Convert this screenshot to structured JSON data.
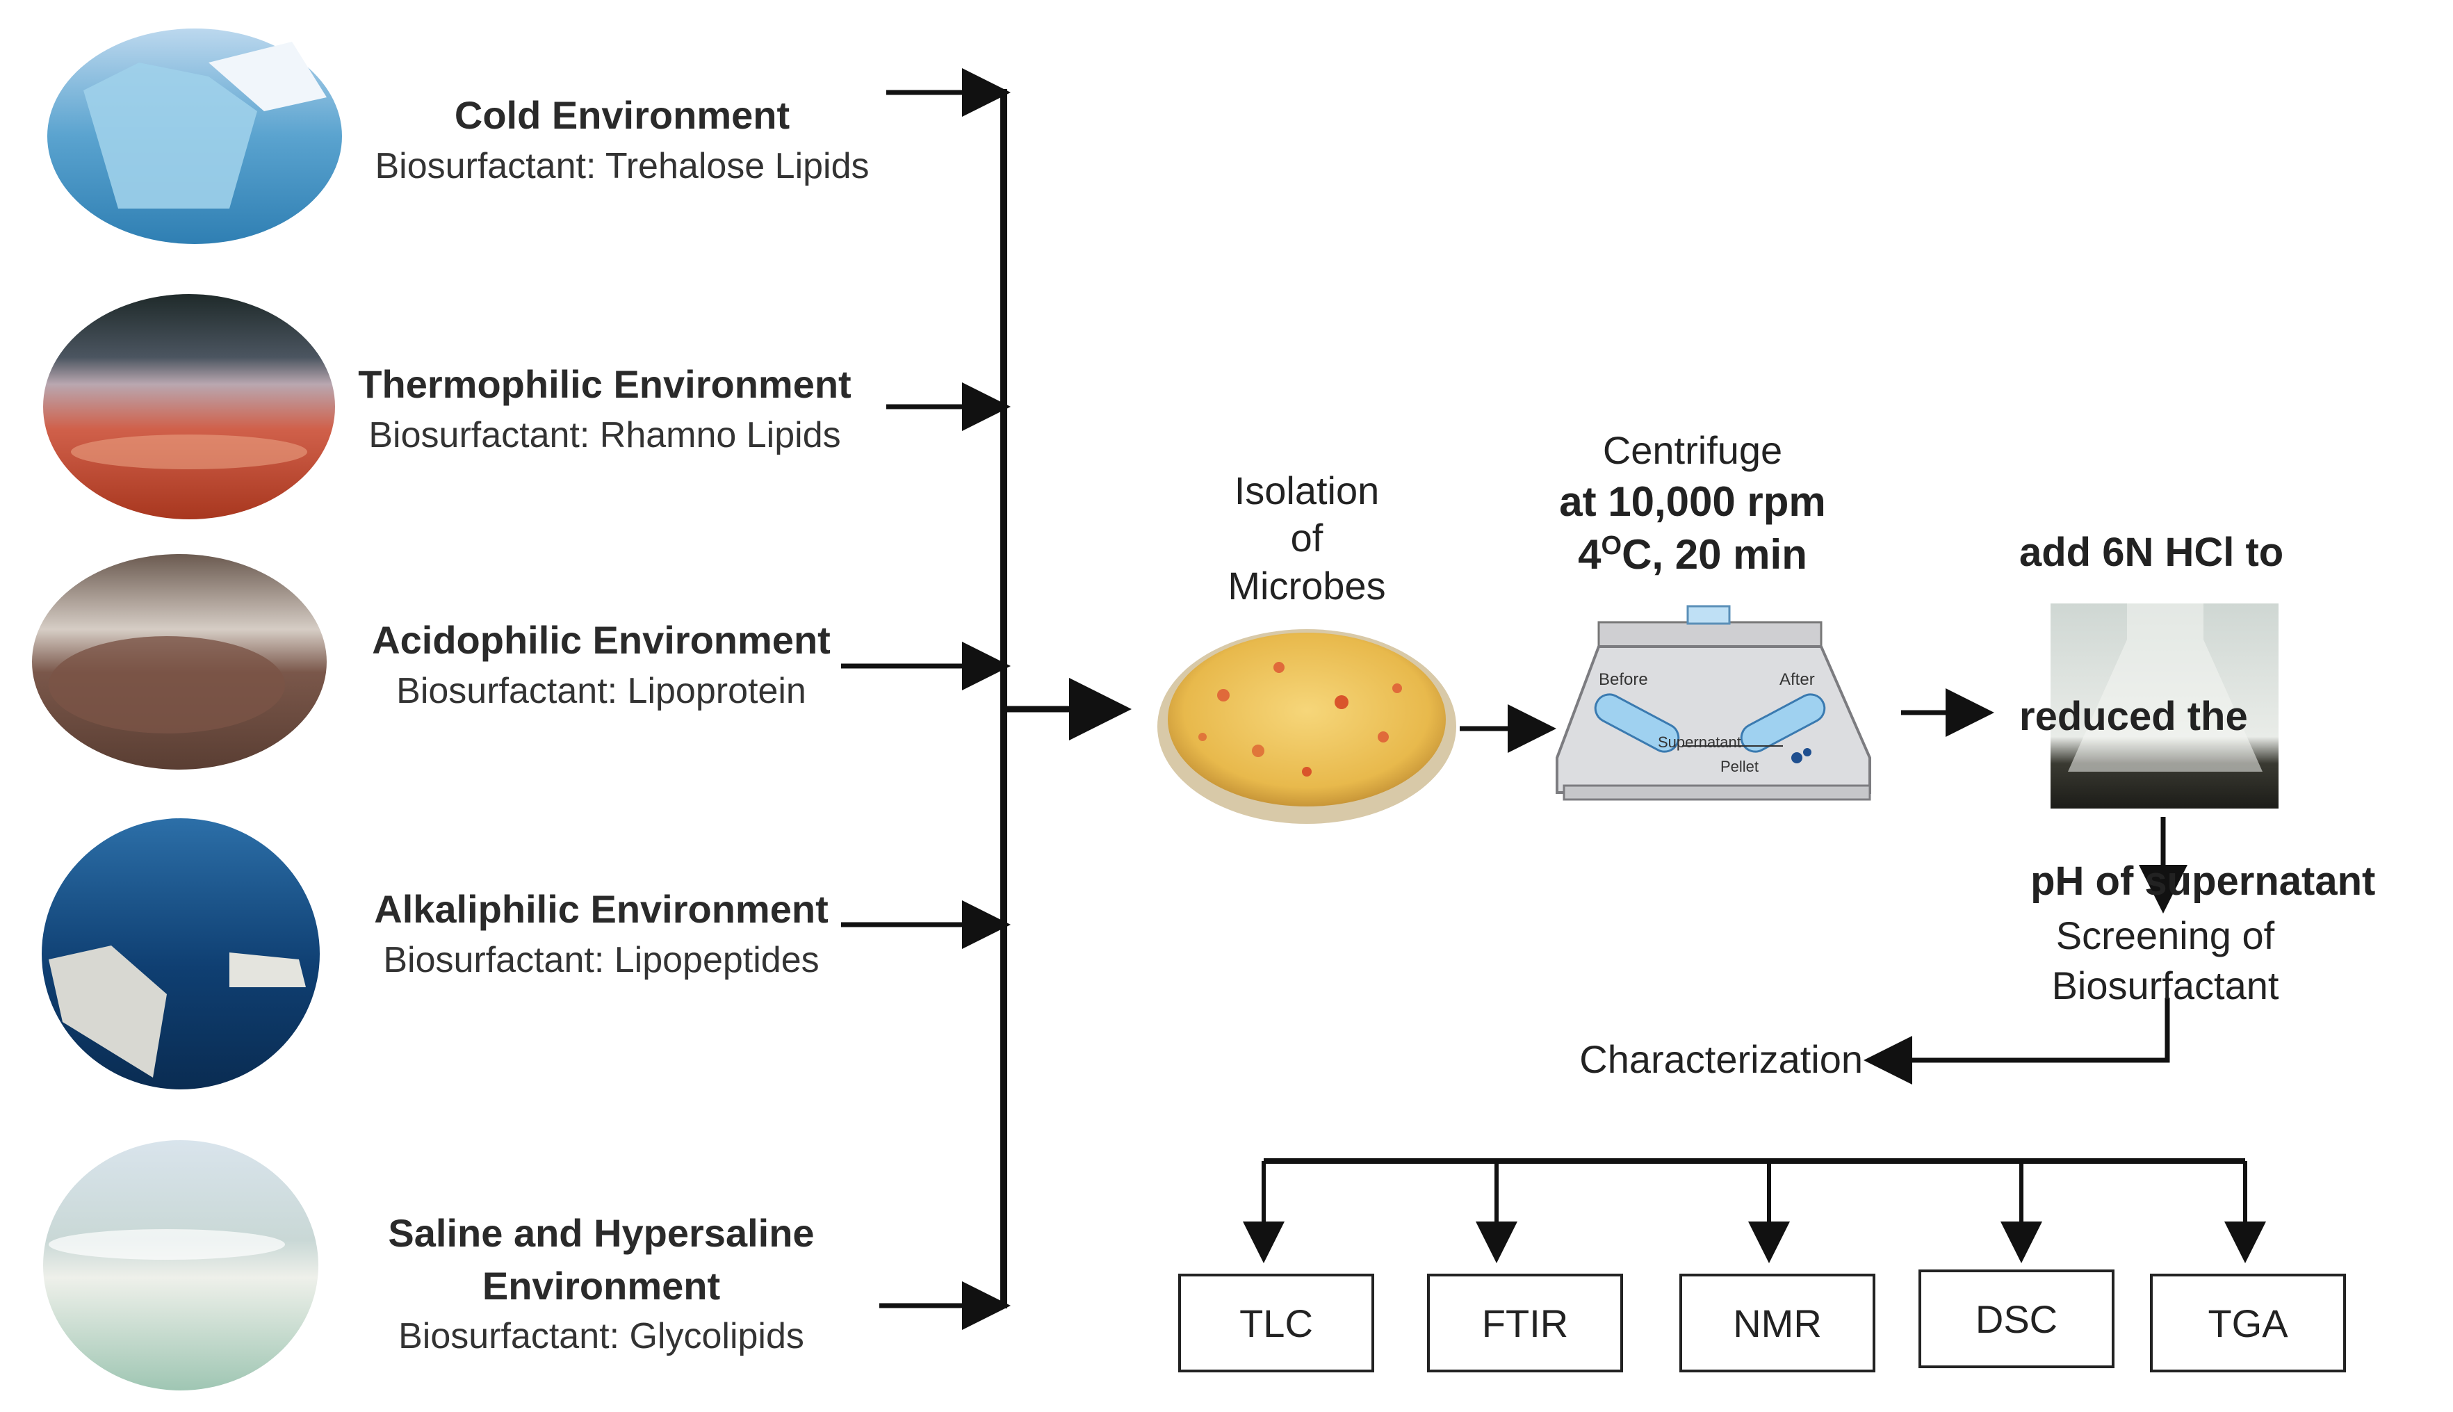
{
  "environments": [
    {
      "title": "Cold Environment",
      "subtitle": "Biosurfactant: Trehalose Lipids"
    },
    {
      "title": "Thermophilic Environment",
      "subtitle": "Biosurfactant: Rhamno Lipids"
    },
    {
      "title": "Acidophilic Environment",
      "subtitle": "Biosurfactant: Lipoprotein"
    },
    {
      "title": "Alkaliphilic Environment",
      "subtitle": "Biosurfactant: Lipopeptides"
    },
    {
      "title": "Saline and Hypersaline Environment",
      "subtitle": "Biosurfactant: Glycolipids"
    }
  ],
  "steps": {
    "isolation": [
      "Isolation",
      "of",
      "Microbes"
    ],
    "centrifuge": {
      "line1": "Centrifuge",
      "line2": "at 10,000 rpm",
      "line3_pre": "4",
      "line3_sup": "O",
      "line3_post": "C, 20 min"
    },
    "acid": [
      "add 6N HCl to",
      "reduced the",
      " pH of supernatant"
    ],
    "centrifuge_labels": {
      "before": "Before",
      "after": "After",
      "supernatant": "Supernatant",
      "pellet": "Pellet"
    },
    "screening": [
      "Screening of",
      "Biosurfactant"
    ],
    "characterization": "Characterization"
  },
  "techniques": [
    "TLC",
    "FTIR",
    "NMR",
    "DSC",
    "TGA"
  ]
}
